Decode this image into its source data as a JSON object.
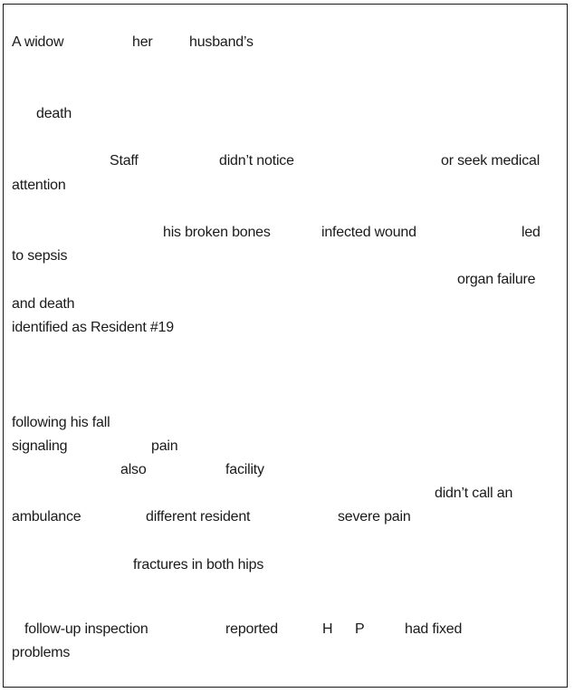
{
  "document": {
    "fragments": [
      "A widow",
      "her",
      "husband’s",
      "death",
      "Staff",
      "didn’t notice",
      "or seek medical",
      "attention",
      "his broken bones",
      "infected wound",
      "led",
      "to sepsis",
      "organ failure",
      "and death",
      "identified as Resident #19",
      "following his fall",
      "signaling",
      "pain",
      "also",
      "facility",
      "didn’t call an",
      "ambulance",
      "different resident",
      "severe pain",
      "fractures in both hips",
      "follow-up inspection",
      "reported",
      "H",
      "P",
      "had fixed",
      "problems"
    ]
  }
}
